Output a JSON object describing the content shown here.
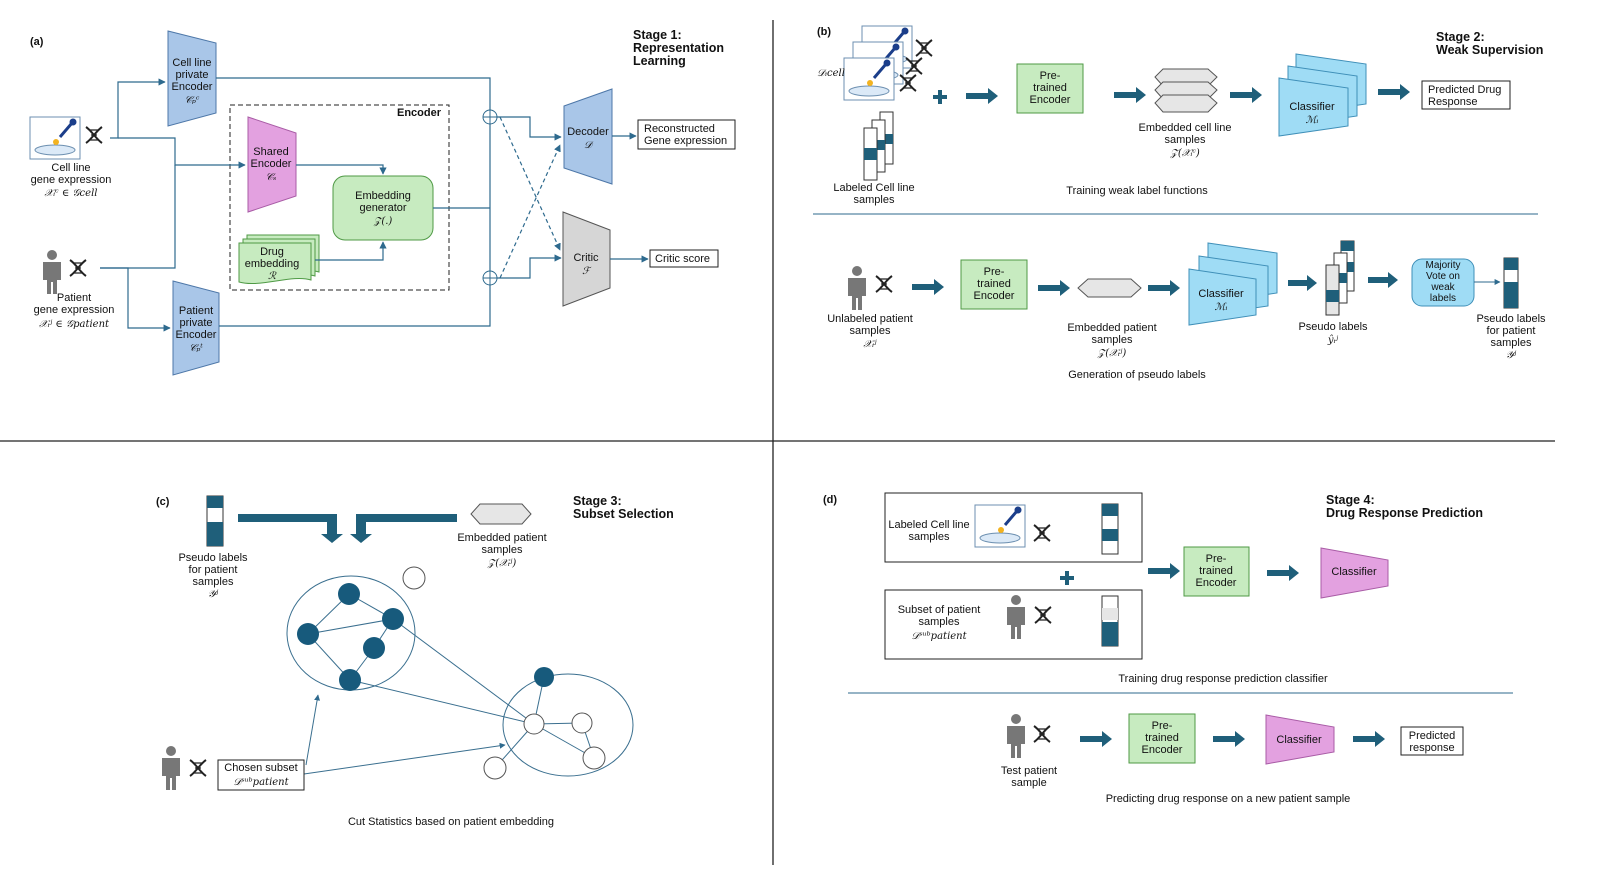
{
  "panels": {
    "a": {
      "label": "(a)",
      "stage_title": [
        "Stage 1:",
        "Representation",
        "Learning"
      ],
      "cell_input": [
        "Cell line",
        "gene expression",
        "𝒳ᵢᶜ ∈ 𝒢cell"
      ],
      "patient_input": [
        "Patient",
        "gene expression",
        "𝒳ᵢʲ ∈ 𝒢patient"
      ],
      "cell_private_encoder": [
        "Cell line",
        "private",
        "Encoder",
        "𝒞ₚᶜ"
      ],
      "patient_private_encoder": [
        "Patient",
        "private",
        "Encoder",
        "𝒞ₚᵗ"
      ],
      "encoder_group": "Encoder",
      "shared_encoder": [
        "Shared",
        "Encoder",
        "𝒞ₛ"
      ],
      "drug_embedding": [
        "Drug",
        "embedding",
        "ℛ"
      ],
      "embedding_generator": [
        "Embedding",
        "generator",
        "𝒵(.)"
      ],
      "decoder": [
        "Decoder",
        "𝒟"
      ],
      "critic": [
        "Critic",
        "ℱ"
      ],
      "reconstructed": [
        "Reconstructed",
        "Gene expression"
      ],
      "critic_score": "Critic score"
    },
    "b": {
      "label": "(b)",
      "stage_title": [
        "Stage 2:",
        "Weak Supervision"
      ],
      "d_cell": "𝒟ᵢcell",
      "labeled_cell": [
        "Labeled Cell line",
        "samples"
      ],
      "pretrained_encoder": [
        "Pre-",
        "trained",
        "Encoder"
      ],
      "embedded_cell": [
        "Embedded cell line",
        "samples",
        "𝒵(𝒳ᵢᶜ)"
      ],
      "classifier_top": [
        "Classifier",
        "ℳᵢ"
      ],
      "predicted_drug_response": [
        "Predicted Drug",
        "Response"
      ],
      "training_caption": "Training weak label functions",
      "unlabeled_patient": [
        "Unlabeled patient",
        "samples",
        "𝒳ᵢʲ"
      ],
      "embedded_patient": [
        "Embedded patient",
        "samples",
        "𝒵(𝒳ᵢʲ)"
      ],
      "classifier_bottom": [
        "Classifier",
        "ℳᵢ"
      ],
      "pseudo_labels": [
        "Pseudo labels",
        "ŷᵢʲ"
      ],
      "majority_vote": [
        "Majority",
        "Vote on",
        "weak",
        "labels"
      ],
      "pseudo_labels_for_patient": [
        "Pseudo labels",
        "for patient",
        "samples",
        "𝒴ʲ"
      ],
      "generation_caption": "Generation of pseudo labels"
    },
    "c": {
      "label": "(c)",
      "stage_title": [
        "Stage 3:",
        "Subset Selection"
      ],
      "pseudo_labels": [
        "Pseudo labels",
        "for patient",
        "samples",
        "𝒴ʲ"
      ],
      "embedded_patient": [
        "Embedded patient",
        "samples",
        "𝒵(𝒳ᵢʲ)"
      ],
      "chosen_subset": [
        "Chosen subset",
        "𝒟ˢᵘᵇpatient"
      ],
      "caption": "Cut Statistics based on patient embedding"
    },
    "d": {
      "label": "(d)",
      "stage_title": [
        "Stage 4:",
        "Drug Response Prediction"
      ],
      "labeled_cell": [
        "Labeled Cell line",
        "samples"
      ],
      "subset_patient": [
        "Subset of patient",
        "samples",
        "𝒟ˢᵘᵇpatient"
      ],
      "pretrained_encoder": [
        "Pre-",
        "trained",
        "Encoder"
      ],
      "classifier": "Classifier",
      "training_caption": "Training drug response prediction classifier",
      "test_patient": [
        "Test patient",
        "sample"
      ],
      "predicted_response": [
        "Predicted",
        "response"
      ],
      "predicting_caption": "Predicting drug response on a new patient sample"
    }
  },
  "colors": {
    "encoder_blue": "#a9c6e8",
    "shared_pink": "#e3a1e0",
    "green": "#c7ebc0",
    "light_cyan": "#9fdcf5",
    "critic_gray": "#d6d6d6",
    "dark_teal": "#1f5f7a",
    "node_dark": "#175a7c"
  }
}
